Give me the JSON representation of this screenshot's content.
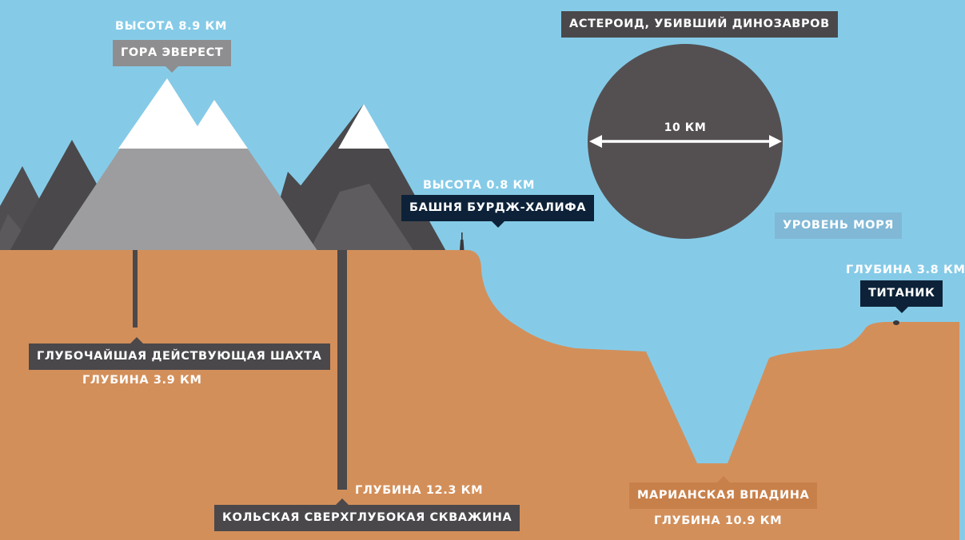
{
  "everest": {
    "height_caption": "ВЫСОТА 8.9 КМ",
    "label": "ГОРА ЭВЕРЕСТ"
  },
  "burj_khalifa": {
    "height_caption": "ВЫСОТА 0.8 КМ",
    "label": "БАШНЯ БУРДЖ-ХАЛИФА"
  },
  "asteroid": {
    "label": "АСТЕРОИД, УБИВШИЙ ДИНОЗАВРОВ",
    "diameter": "10 КМ"
  },
  "sea_level": {
    "label": "УРОВЕНЬ МОРЯ"
  },
  "titanic": {
    "depth_caption": "ГЛУБИНА 3.8 КМ",
    "label": "ТИТАНИК"
  },
  "mine": {
    "label": "ГЛУБОЧАЙШАЯ ДЕЙСТВУЮЩАЯ ШАХТА",
    "depth_caption": "ГЛУБИНА 3.9 КМ"
  },
  "kola": {
    "depth_caption": "ГЛУБИНА 12.3 КМ",
    "label": "КОЛЬСКАЯ СВЕРХГЛУБОКАЯ СКВАЖИНА"
  },
  "mariana": {
    "label": "МАРИАНСКАЯ ВПАДИНА",
    "depth_caption": "ГЛУБИНА 10.9 КМ"
  },
  "colors": {
    "sky": "#85cbe8",
    "ground": "#d38f5a",
    "mountain_dark": "#4a484b",
    "mountain_mid": "#5e5c5f",
    "everest": "#9d9d9f",
    "snow": "#ffffff",
    "asteroid": "#545052",
    "label_dark": "#4a484b",
    "label_grey": "#8e8e90",
    "label_navy": "#0d2238",
    "label_sea": "#80b8d6",
    "label_orange": "#c8804a"
  }
}
